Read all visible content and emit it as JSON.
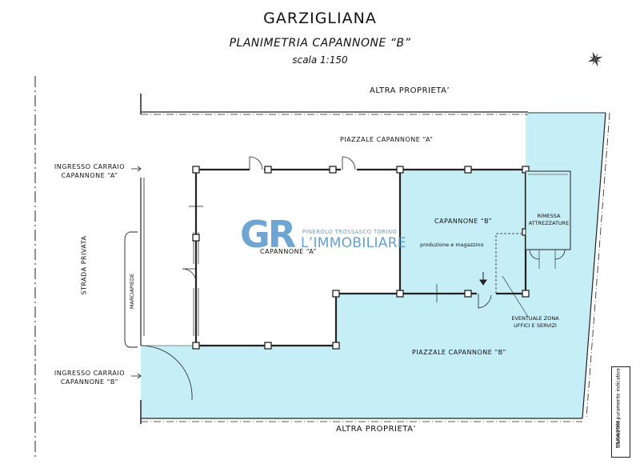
{
  "header": {
    "title": "GARZIGLIANA",
    "subtitle": "PLANIMETRIA CAPANNONE “B”",
    "scale": "scala 1:150"
  },
  "labels": {
    "altra_proprieta_top": "ALTRA PROPRIETA’",
    "altra_proprieta_bottom": "ALTRA PROPRIETA’",
    "piazzale_a": "PIAZZALE CAPANNONE “A”",
    "piazzale_b": "PIAZZALE CAPANNONE “B”",
    "capannone_a": "CAPANNONE “A”",
    "capannone_b": "CAPANNONE “B”",
    "produzione": "produzione e magazzino",
    "rimessa_1": "RIMESSA",
    "rimessa_2": "ATTREZZATURE",
    "eventuale_1": "EVENTUALE ZONA",
    "eventuale_2": "UFFICI E SERVIZI",
    "ingresso_a_1": "INGRESSO CARRAIO",
    "ingresso_a_2": "CAPANNONE “A”",
    "ingresso_b_1": "INGRESSO CARRAIO",
    "ingresso_b_2": "CAPANNONE “B”",
    "strada_privata": "STRADA PRIVATA",
    "marciapiede": "MARCIAPIEDE"
  },
  "brand": {
    "initials": "GR",
    "locations": "PINEROLO TROSSASCO TORINO",
    "name": "L’IMMOBILIARE"
  },
  "disclaimer": {
    "line1": "Planimetria puramente indicativa",
    "line2": "15/04/2005"
  },
  "colors": {
    "highlight": "#c6eef6",
    "brand": "#4a8fc9",
    "line": "#222222"
  },
  "icons": [
    "compass-rose-icon",
    "entry-arrow-icon"
  ]
}
